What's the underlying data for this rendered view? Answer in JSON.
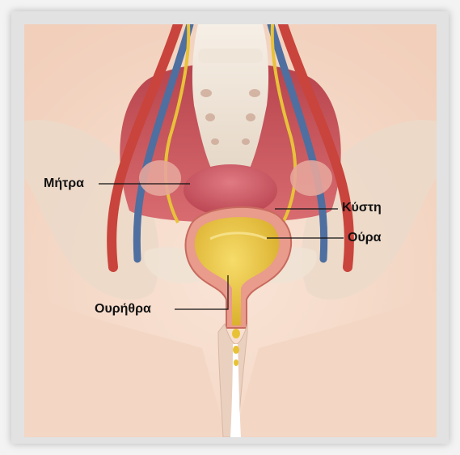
{
  "figure": {
    "colors": {
      "frame": "#f3f3f3",
      "background_skin": "#f6dccb",
      "bone": "#f1e7da",
      "muscle": "#c9525a",
      "artery": "#c9443c",
      "vein": "#4e6fa0",
      "nerve": "#e8c23a",
      "urine": "#e7c234",
      "bladder_wall": "#e99b8c",
      "uterus": "#cc5b66"
    },
    "labels": {
      "uterus": "Μήτρα",
      "bladder": "Κύστη",
      "urine": "Ούρα",
      "urethra": "Ουρήθρα"
    }
  }
}
